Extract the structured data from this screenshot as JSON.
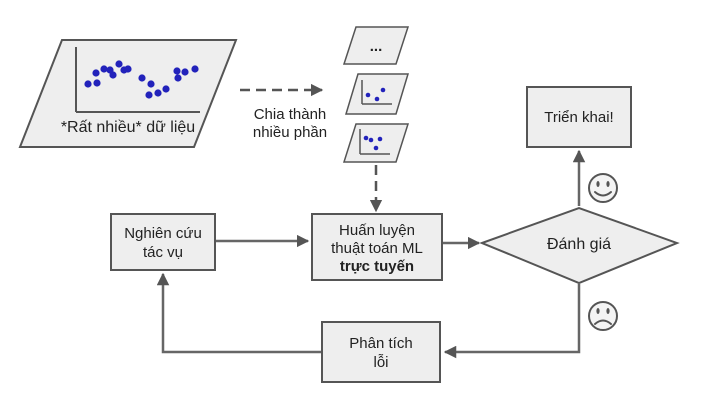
{
  "data_block": {
    "label": "*Rất nhiều* dữ liệu"
  },
  "split_label": {
    "line1": "Chia thành",
    "line2": "nhiều phần"
  },
  "chunk_more": "...",
  "train_box": {
    "line1": "Huấn luyện",
    "line2": "thuật toán ML",
    "line3": "trực tuyến"
  },
  "evaluate": {
    "label": "Đánh giá"
  },
  "deploy": {
    "label": "Triển khai!"
  },
  "study": {
    "line1": "Nghiên cứu",
    "line2": "tác vụ"
  },
  "analyze": {
    "line1": "Phân tích",
    "line2": "lỗi"
  },
  "colors": {
    "dot": "#2222bb",
    "box_fill": "#eeeeee",
    "stroke": "#555555"
  },
  "icons": [
    "happy-face-icon",
    "sad-face-icon"
  ]
}
